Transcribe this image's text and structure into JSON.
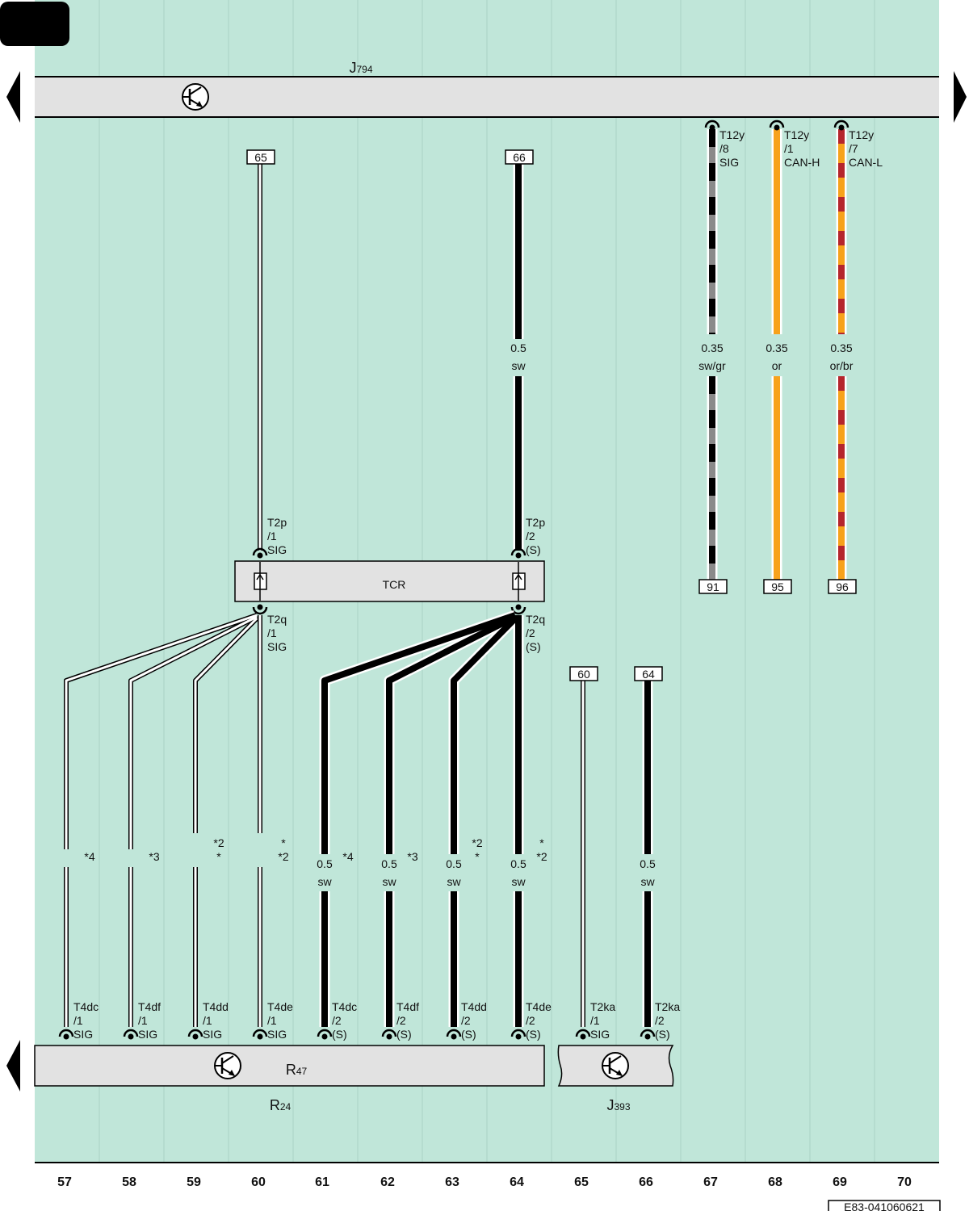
{
  "modules": {
    "top": {
      "name": "J",
      "sub": "794"
    },
    "bottom_left": {
      "name": "R",
      "sub": "47"
    },
    "bottom_left_outer": {
      "name": "R",
      "sub": "24"
    },
    "bottom_right": {
      "name": "J",
      "sub": "393"
    },
    "middle": {
      "name": "TCR"
    }
  },
  "ref_boxes": [
    {
      "id": "ref-65",
      "label": "65"
    },
    {
      "id": "ref-66",
      "label": "66"
    },
    {
      "id": "ref-91",
      "label": "91"
    },
    {
      "id": "ref-95",
      "label": "95"
    },
    {
      "id": "ref-96",
      "label": "96"
    },
    {
      "id": "ref-60",
      "label": "60"
    },
    {
      "id": "ref-64",
      "label": "64"
    }
  ],
  "wires": {
    "w66": {
      "size": "0.5",
      "color": "sw"
    },
    "w67": {
      "size": "0.35",
      "color": "sw/gr"
    },
    "w68": {
      "size": "0.35",
      "color": "or"
    },
    "w69": {
      "size": "0.35",
      "color": "or/br"
    },
    "w61": {
      "size": "0.5",
      "color": "sw"
    },
    "w62": {
      "size": "0.5",
      "color": "sw"
    },
    "w63": {
      "size": "0.5",
      "color": "sw"
    },
    "w64": {
      "size": "0.5",
      "color": "sw"
    },
    "w66b": {
      "size": "0.5",
      "color": "sw"
    }
  },
  "pins": {
    "t12y8": [
      "T12y",
      "/8",
      "SIG"
    ],
    "t12y1": [
      "T12y",
      "/1",
      "CAN-H"
    ],
    "t12y7": [
      "T12y",
      "/7",
      "CAN-L"
    ],
    "t2p1": [
      "T2p",
      "/1",
      "SIG"
    ],
    "t2p2": [
      "T2p",
      "/2",
      "(S)"
    ],
    "t2q1": [
      "T2q",
      "/1",
      "SIG"
    ],
    "t2q2": [
      "T2q",
      "/2",
      "(S)"
    ],
    "t4dc1": [
      "T4dc",
      "/1",
      "SIG"
    ],
    "t4df1": [
      "T4df",
      "/1",
      "SIG"
    ],
    "t4dd1": [
      "T4dd",
      "/1",
      "SIG"
    ],
    "t4de1": [
      "T4de",
      "/1",
      "SIG"
    ],
    "t4dc2": [
      "T4dc",
      "/2",
      "(S)"
    ],
    "t4df2": [
      "T4df",
      "/2",
      "(S)"
    ],
    "t4dd2": [
      "T4dd",
      "/2",
      "(S)"
    ],
    "t4de2": [
      "T4de",
      "/2",
      "(S)"
    ],
    "t2ka1": [
      "T2ka",
      "/1",
      "SIG"
    ],
    "t2ka2": [
      "T2ka",
      "/2",
      "(S)"
    ]
  },
  "notes": {
    "n57": "*4",
    "n58": "*3",
    "n59a": "*2",
    "n59b": "*",
    "n60a": "*",
    "n60b": "*2",
    "n61": "*4",
    "n62": "*3",
    "n63a": "*2",
    "n63b": "*",
    "n64a": "*",
    "n64b": "*2"
  },
  "columns": [
    "57",
    "58",
    "59",
    "60",
    "61",
    "62",
    "63",
    "64",
    "65",
    "66",
    "67",
    "68",
    "69",
    "70"
  ],
  "footer_code": "E83-041060621",
  "colors": {
    "background": "#c0e6d9",
    "module_fill": "#e2e2e2",
    "wire_black": "#000000",
    "wire_gray": "#8a8a8a",
    "wire_orange": "#f7a21b",
    "wire_brown": "#b5262c"
  }
}
